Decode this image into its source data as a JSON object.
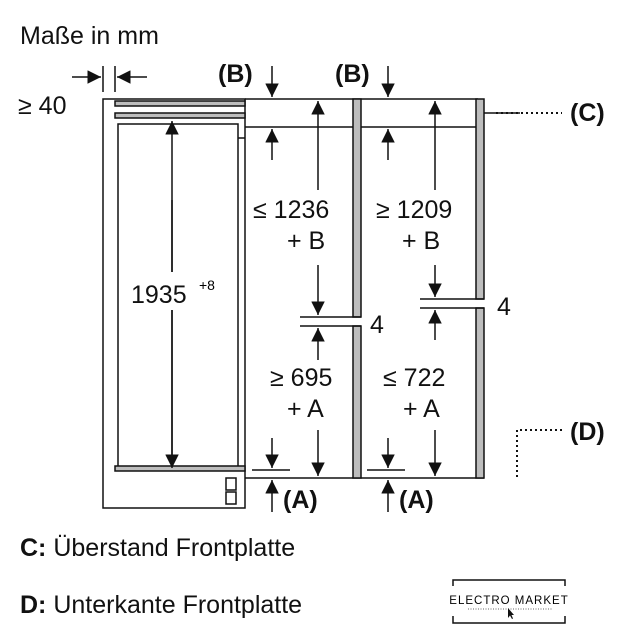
{
  "title": "Maße in mm",
  "dims": {
    "side_gap": "≥ 40",
    "height": "1935",
    "height_tol": "+8",
    "upper_left_1": "≤ 1236",
    "upper_left_2": "+ B",
    "upper_right_1": "≥ 1209",
    "upper_right_2": "+ B",
    "lower_left_1": "≥ 695",
    "lower_left_2": "+ A",
    "lower_right_1": "≤ 722",
    "lower_right_2": "+ A",
    "gap_left": "4",
    "gap_right": "4"
  },
  "markers": {
    "b1": "(B)",
    "b2": "(B)",
    "a1": "(A)",
    "a2": "(A)",
    "c": "(C)",
    "d": "(D)"
  },
  "legend": [
    {
      "key": "C:",
      "text": " Überstand Frontplatte"
    },
    {
      "key": "D:",
      "text": " Unterkante Frontplatte"
    }
  ],
  "logo": {
    "text": "ELECTRO MARKET"
  }
}
